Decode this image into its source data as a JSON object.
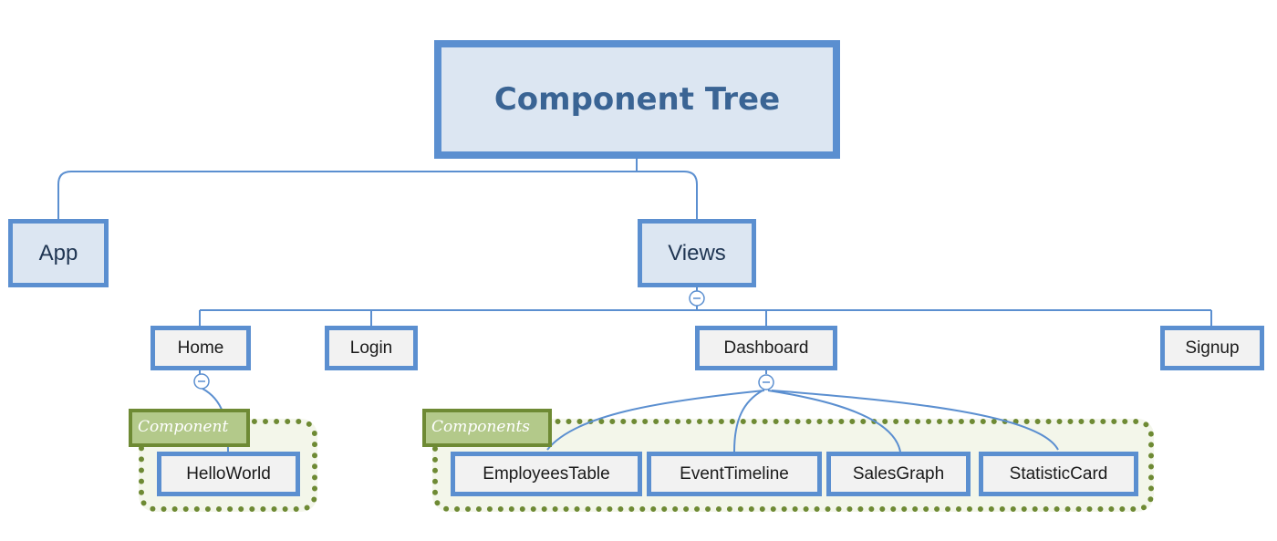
{
  "diagram": {
    "title": "Component Tree",
    "nodes": {
      "app": "App",
      "views": "Views",
      "home": "Home",
      "login": "Login",
      "dashboard": "Dashboard",
      "signup": "Signup",
      "hello_world": "HelloWorld",
      "employees_table": "EmployeesTable",
      "event_timeline": "EventTimeline",
      "sales_graph": "SalesGraph",
      "statistic_card": "StatisticCard"
    },
    "groups": {
      "home_group_label": "Component",
      "dashboard_group_label": "Components"
    },
    "colors": {
      "node_border": "#5b8fd0",
      "node_fill_primary": "#dce6f2",
      "node_fill_secondary": "#f2f2f2",
      "title_text": "#3a6494",
      "connector": "#5b8fd0",
      "group_border": "#6e8a34",
      "group_tag_fill": "#b3c98a",
      "group_fill": "#f3f6ea"
    },
    "icons": {
      "collapse": "minus-circle-icon"
    }
  }
}
